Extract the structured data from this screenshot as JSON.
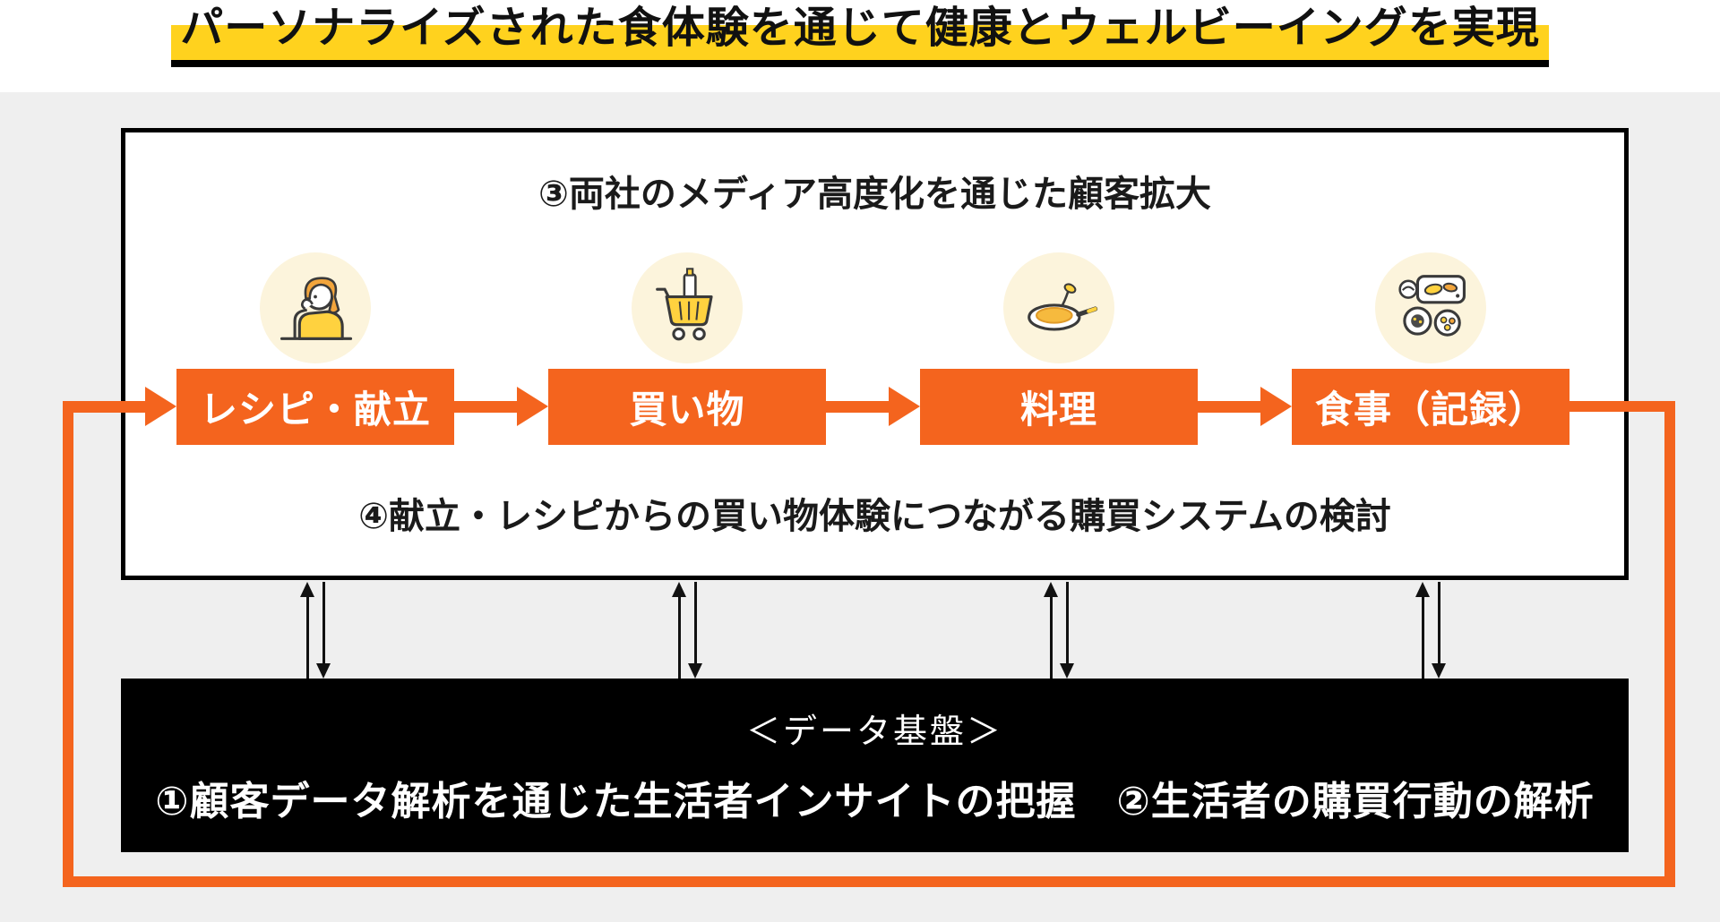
{
  "title": {
    "text": "パーソナライズされた食体験を通じて健康とウェルビーイングを実現"
  },
  "flow_panel": {
    "heading_top": "③両社のメディア高度化を通じた顧客拡大",
    "heading_bottom": "④献立・レシピからの買い物体験につながる購買システムの検討",
    "steps": [
      {
        "label": "レシピ・献立",
        "icon": "person-thinking-icon"
      },
      {
        "label": "買い物",
        "icon": "shopping-cart-icon"
      },
      {
        "label": "料理",
        "icon": "frying-pan-icon"
      },
      {
        "label": "食事（記録）",
        "icon": "meal-record-icon"
      }
    ]
  },
  "data_platform": {
    "heading": "＜データ基盤＞",
    "items": "①顧客データ解析を通じた生活者インサイトの把握　②生活者の購買行動の解析"
  },
  "colors": {
    "accent_orange": "#F4641E",
    "highlight_yellow": "#FFD21E",
    "panel_black": "#000000",
    "background_gray": "#EFEFEF",
    "icon_circle_cream": "#FCF4DC"
  }
}
